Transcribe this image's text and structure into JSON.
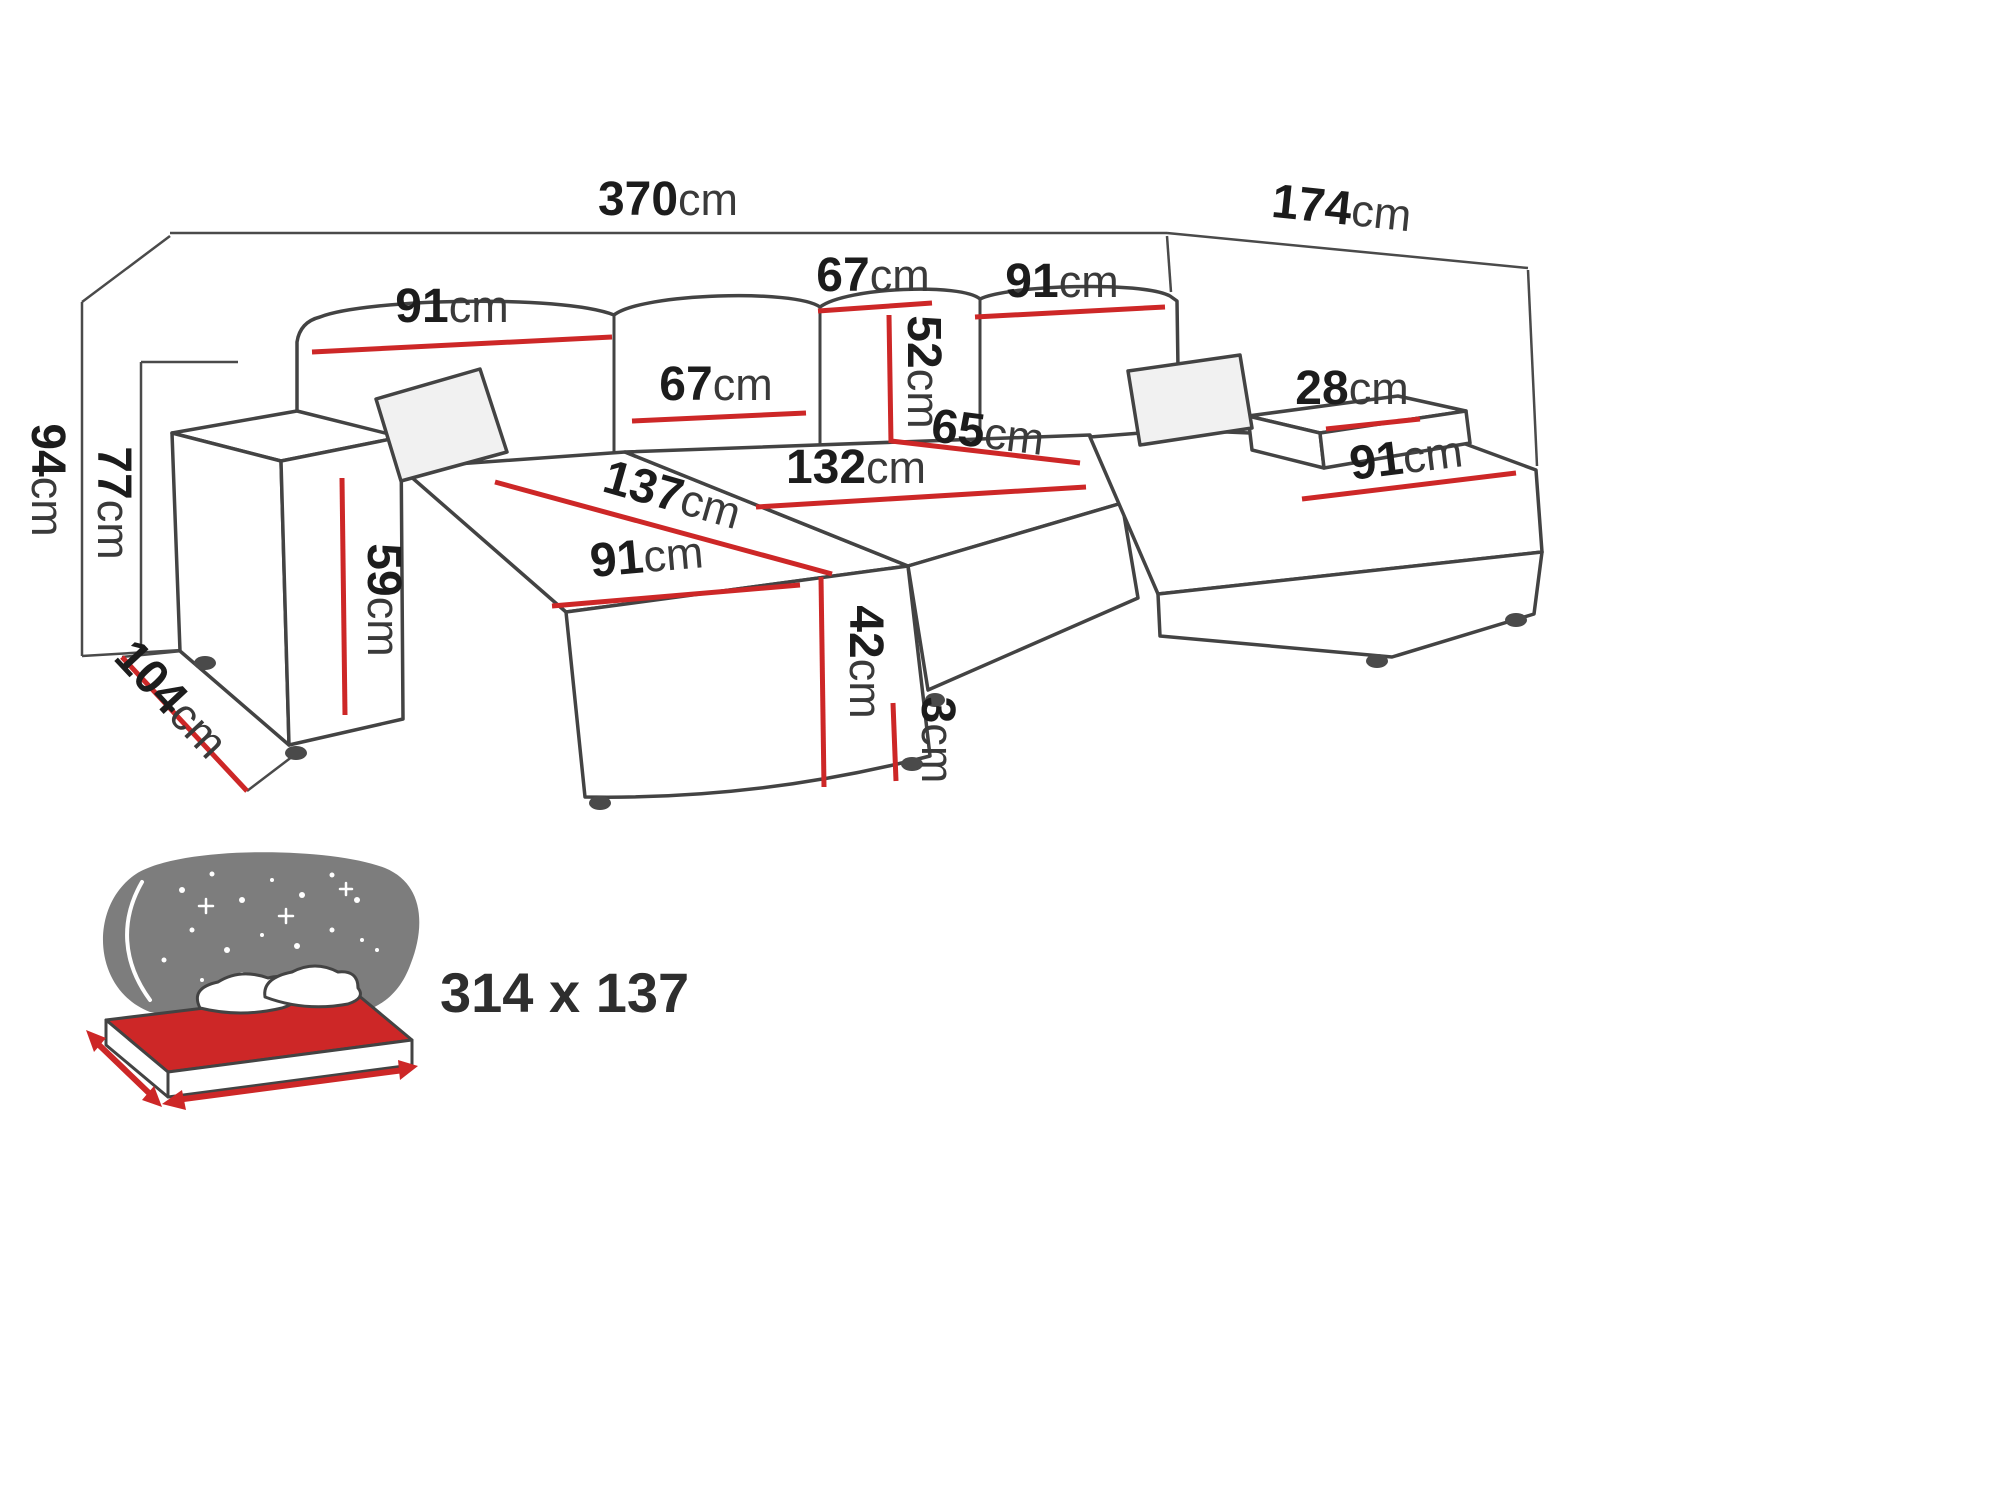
{
  "colors": {
    "dim-red": "#cd2727",
    "outline": "#434343",
    "label": "#1c1c1c"
  },
  "dims": {
    "width_total": {
      "value": "370",
      "unit": "cm"
    },
    "depth_right_total": {
      "value": "174",
      "unit": "cm"
    },
    "height_total": {
      "value": "94",
      "unit": "cm"
    },
    "height_backrest": {
      "value": "77",
      "unit": "cm"
    },
    "depth_left_total": {
      "value": "104",
      "unit": "cm"
    },
    "back_cushion_left_width": {
      "value": "91",
      "unit": "cm"
    },
    "back_cushion_center_width": {
      "value": "67",
      "unit": "cm"
    },
    "back_cushion_right_width": {
      "value": "91",
      "unit": "cm"
    },
    "back_cushion_mid_width": {
      "value": "67",
      "unit": "cm"
    },
    "back_cushion_height": {
      "value": "52",
      "unit": "cm"
    },
    "seat_depth_center": {
      "value": "65",
      "unit": "cm"
    },
    "seat_width_center": {
      "value": "132",
      "unit": "cm"
    },
    "chaise_length_left": {
      "value": "137",
      "unit": "cm"
    },
    "chaise_width_left": {
      "value": "91",
      "unit": "cm"
    },
    "armrest_height": {
      "value": "59",
      "unit": "cm"
    },
    "seat_height": {
      "value": "42",
      "unit": "cm"
    },
    "leg_height": {
      "value": "3",
      "unit": "cm"
    },
    "armrest_width_right": {
      "value": "28",
      "unit": "cm"
    },
    "chaise_width_right": {
      "value": "91",
      "unit": "cm"
    }
  },
  "sleeping_area": {
    "size": "314 x 137"
  }
}
